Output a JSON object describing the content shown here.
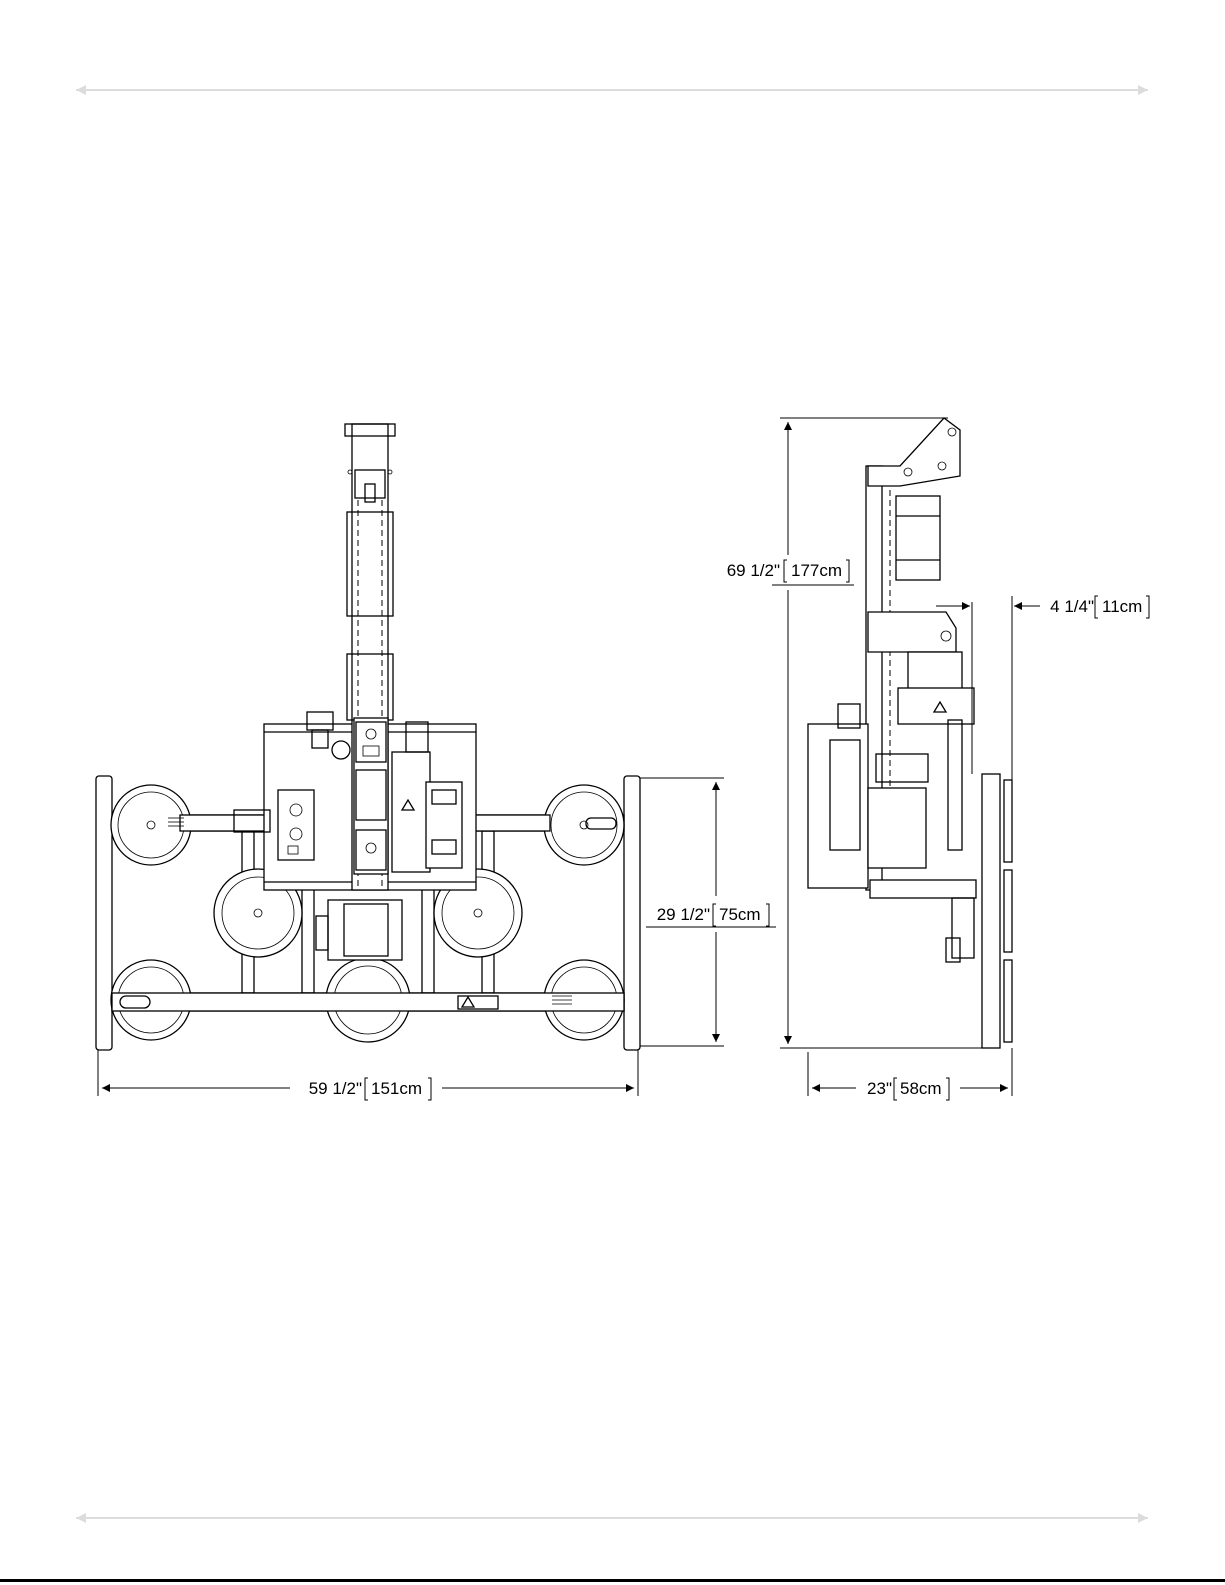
{
  "dimensions": {
    "overall_height": "69 1/2\"",
    "overall_height_metric": "177cm",
    "offset": "4 1/4\"",
    "offset_metric": "11cm",
    "frame_height": "29 1/2\"",
    "frame_height_metric": "75cm",
    "overall_width": "59 1/2\"",
    "overall_width_metric": "151cm",
    "depth": "23\"",
    "depth_metric": "58cm"
  },
  "colors": {
    "line": "#000000",
    "guide": "#dcdcdc"
  }
}
